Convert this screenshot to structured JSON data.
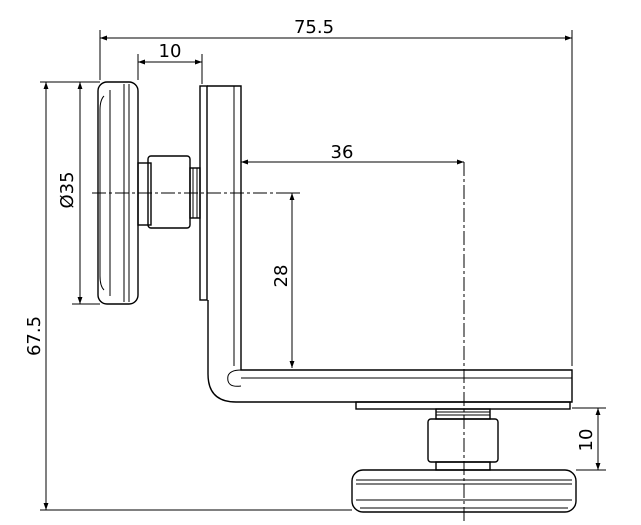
{
  "dimensions": {
    "overall_width": "75.5",
    "disc_offset": "10",
    "disc_diameter": "Ø35",
    "overall_height": "67.5",
    "horizontal_offset": "36",
    "vertical_offset": "28",
    "bottom_height": "10"
  }
}
